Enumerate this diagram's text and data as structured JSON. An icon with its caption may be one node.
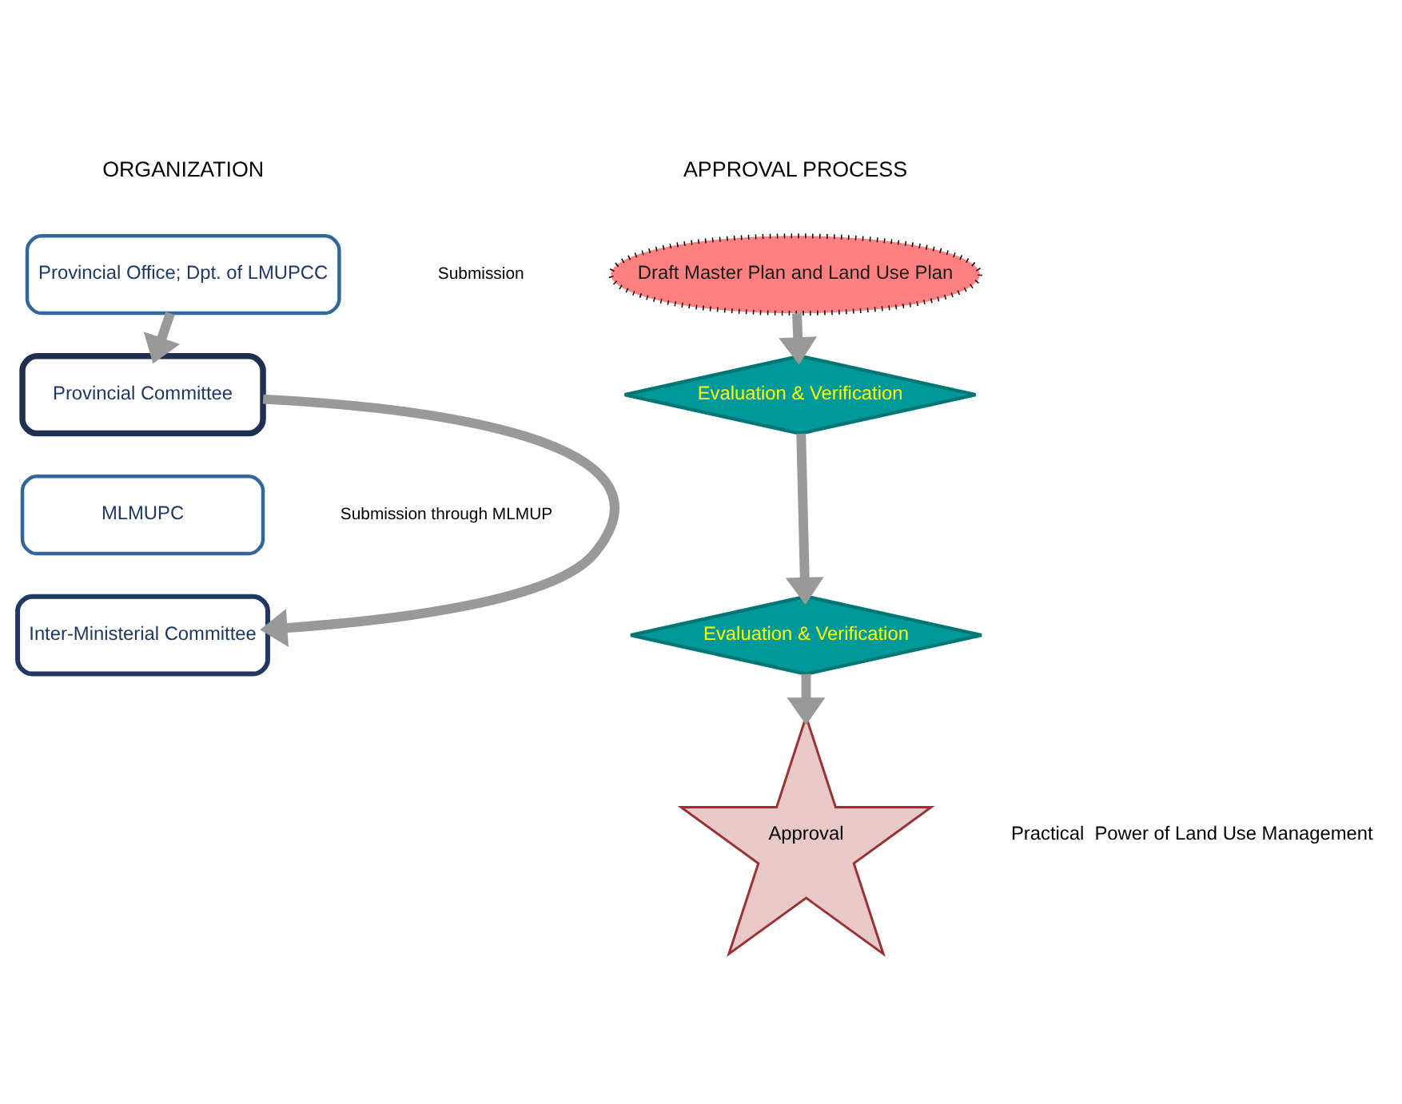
{
  "diagram": {
    "nodes": [
      {
        "text": [
          "Provincial Office; Dpt. of LMUPCC"
        ]
      },
      {
        "text": [
          "Draft Master Plan and Land Use Plan"
        ]
      },
      {
        "text": [
          "Provincial Committee"
        ]
      },
      {
        "text": [
          "Evaluation & Verification"
        ]
      },
      {
        "text": [
          "MLMUPC"
        ]
      },
      {
        "text": [
          "Inter-Ministerial Committee"
        ]
      },
      {
        "text": [
          "Evaluation & Verification"
        ]
      },
      {
        "text": [
          "Approval"
        ],
        "beside": [
          "Practical  Power of Land Use Management"
        ]
      }
    ],
    "edges": [
      {
        "from": 0,
        "to": 2,
        "arrow": "to"
      },
      {
        "from": 1,
        "to": 3,
        "arrow": "to"
      },
      {
        "from": 2,
        "to": 5,
        "arrow": "to"
      },
      {
        "from": 3,
        "to": 6,
        "arrow": "to"
      },
      {
        "from": 6,
        "to": 7,
        "arrow": "to"
      }
    ],
    "labels": [
      "ORGANIZATION",
      "APPROVAL PROCESS",
      "Submission",
      "Submission through MLMUP"
    ]
  }
}
